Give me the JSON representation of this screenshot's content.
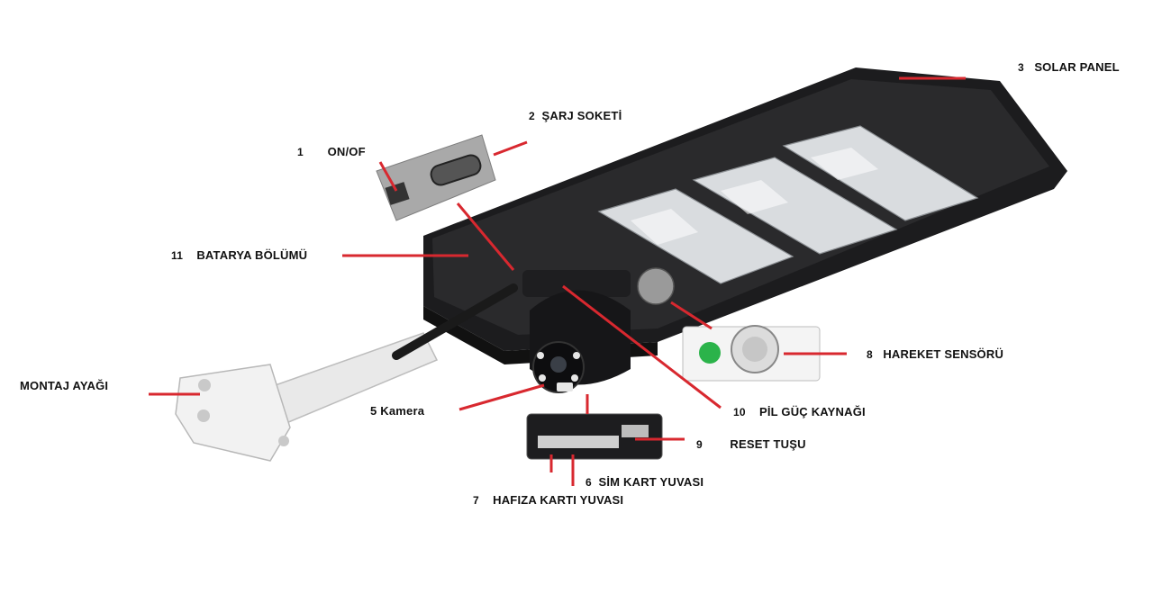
{
  "colors": {
    "leader": "#d8282f",
    "housing": "#1c1c1e",
    "panel_cell": "#d9dcdf",
    "bracket": "#eeeeee",
    "sensor_green": "#2bb34a",
    "text": "#111111"
  },
  "labels": [
    {
      "id": "on-off",
      "number": "1",
      "text": "ON/OF"
    },
    {
      "id": "charge-socket",
      "number": "2",
      "text": "ŞARJ SOKETİ"
    },
    {
      "id": "solar-panel",
      "number": "3",
      "text": "SOLAR PANEL"
    },
    {
      "id": "camera",
      "number": "",
      "text": "5 Kamera"
    },
    {
      "id": "sim-slot",
      "number": "6",
      "text": "SİM KART YUVASI"
    },
    {
      "id": "memory-slot",
      "number": "7",
      "text": "HAFIZA KARTI YUVASI"
    },
    {
      "id": "motion-sensor",
      "number": "8",
      "text": "HAREKET SENSÖRÜ"
    },
    {
      "id": "reset-button",
      "number": "9",
      "text": "RESET TUŞU"
    },
    {
      "id": "battery-power",
      "number": "10",
      "text": "PİL GÜÇ KAYNAĞI"
    },
    {
      "id": "battery-compartment",
      "number": "11",
      "text": "BATARYA BÖLÜMÜ"
    },
    {
      "id": "mount",
      "number": "",
      "text": "MONTAJ AYAĞI"
    }
  ]
}
